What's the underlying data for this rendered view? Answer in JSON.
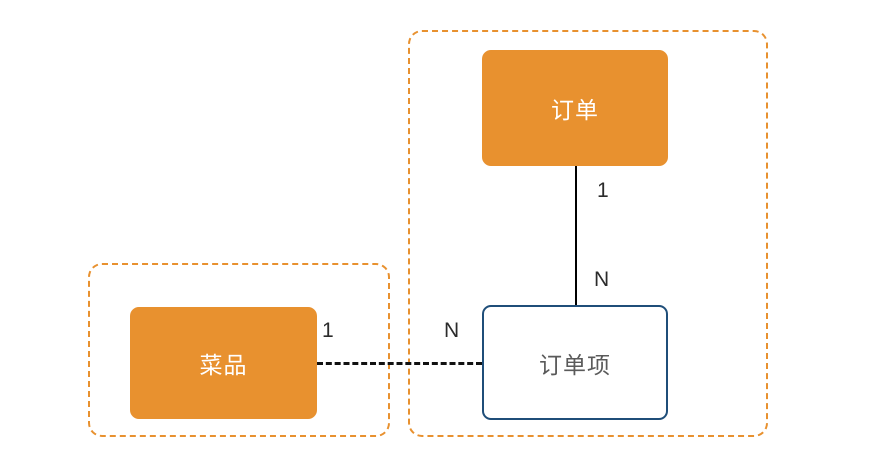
{
  "diagram": {
    "title": "",
    "type": "entity-relationship",
    "colors": {
      "group_border": "#E8912F",
      "entity_fill": "#E8912F",
      "entity_fill_text": "#FFFFFF",
      "entity_outline_border": "#1F4E79",
      "entity_outline_text": "#5A5A5A",
      "connector_solid": "#000000",
      "connector_dashed": "#111111",
      "background": "#FFFFFF"
    },
    "groups": [
      {
        "name": "order-aggregate",
        "style": "dashed-rounded"
      },
      {
        "name": "dish-aggregate",
        "style": "dashed-rounded"
      }
    ],
    "entities": [
      {
        "id": "order",
        "label": "订单",
        "style": "filled"
      },
      {
        "id": "order-item",
        "label": "订单项",
        "style": "outlined"
      },
      {
        "id": "dish",
        "label": "菜品",
        "style": "filled"
      }
    ],
    "relations": [
      {
        "id": "order-to-order-item",
        "from": "order",
        "to": "order-item",
        "line": "solid",
        "from_cardinality": "1",
        "to_cardinality": "N"
      },
      {
        "id": "dish-to-order-item",
        "from": "dish",
        "to": "order-item",
        "line": "dashed",
        "from_cardinality": "1",
        "to_cardinality": "N"
      }
    ]
  }
}
